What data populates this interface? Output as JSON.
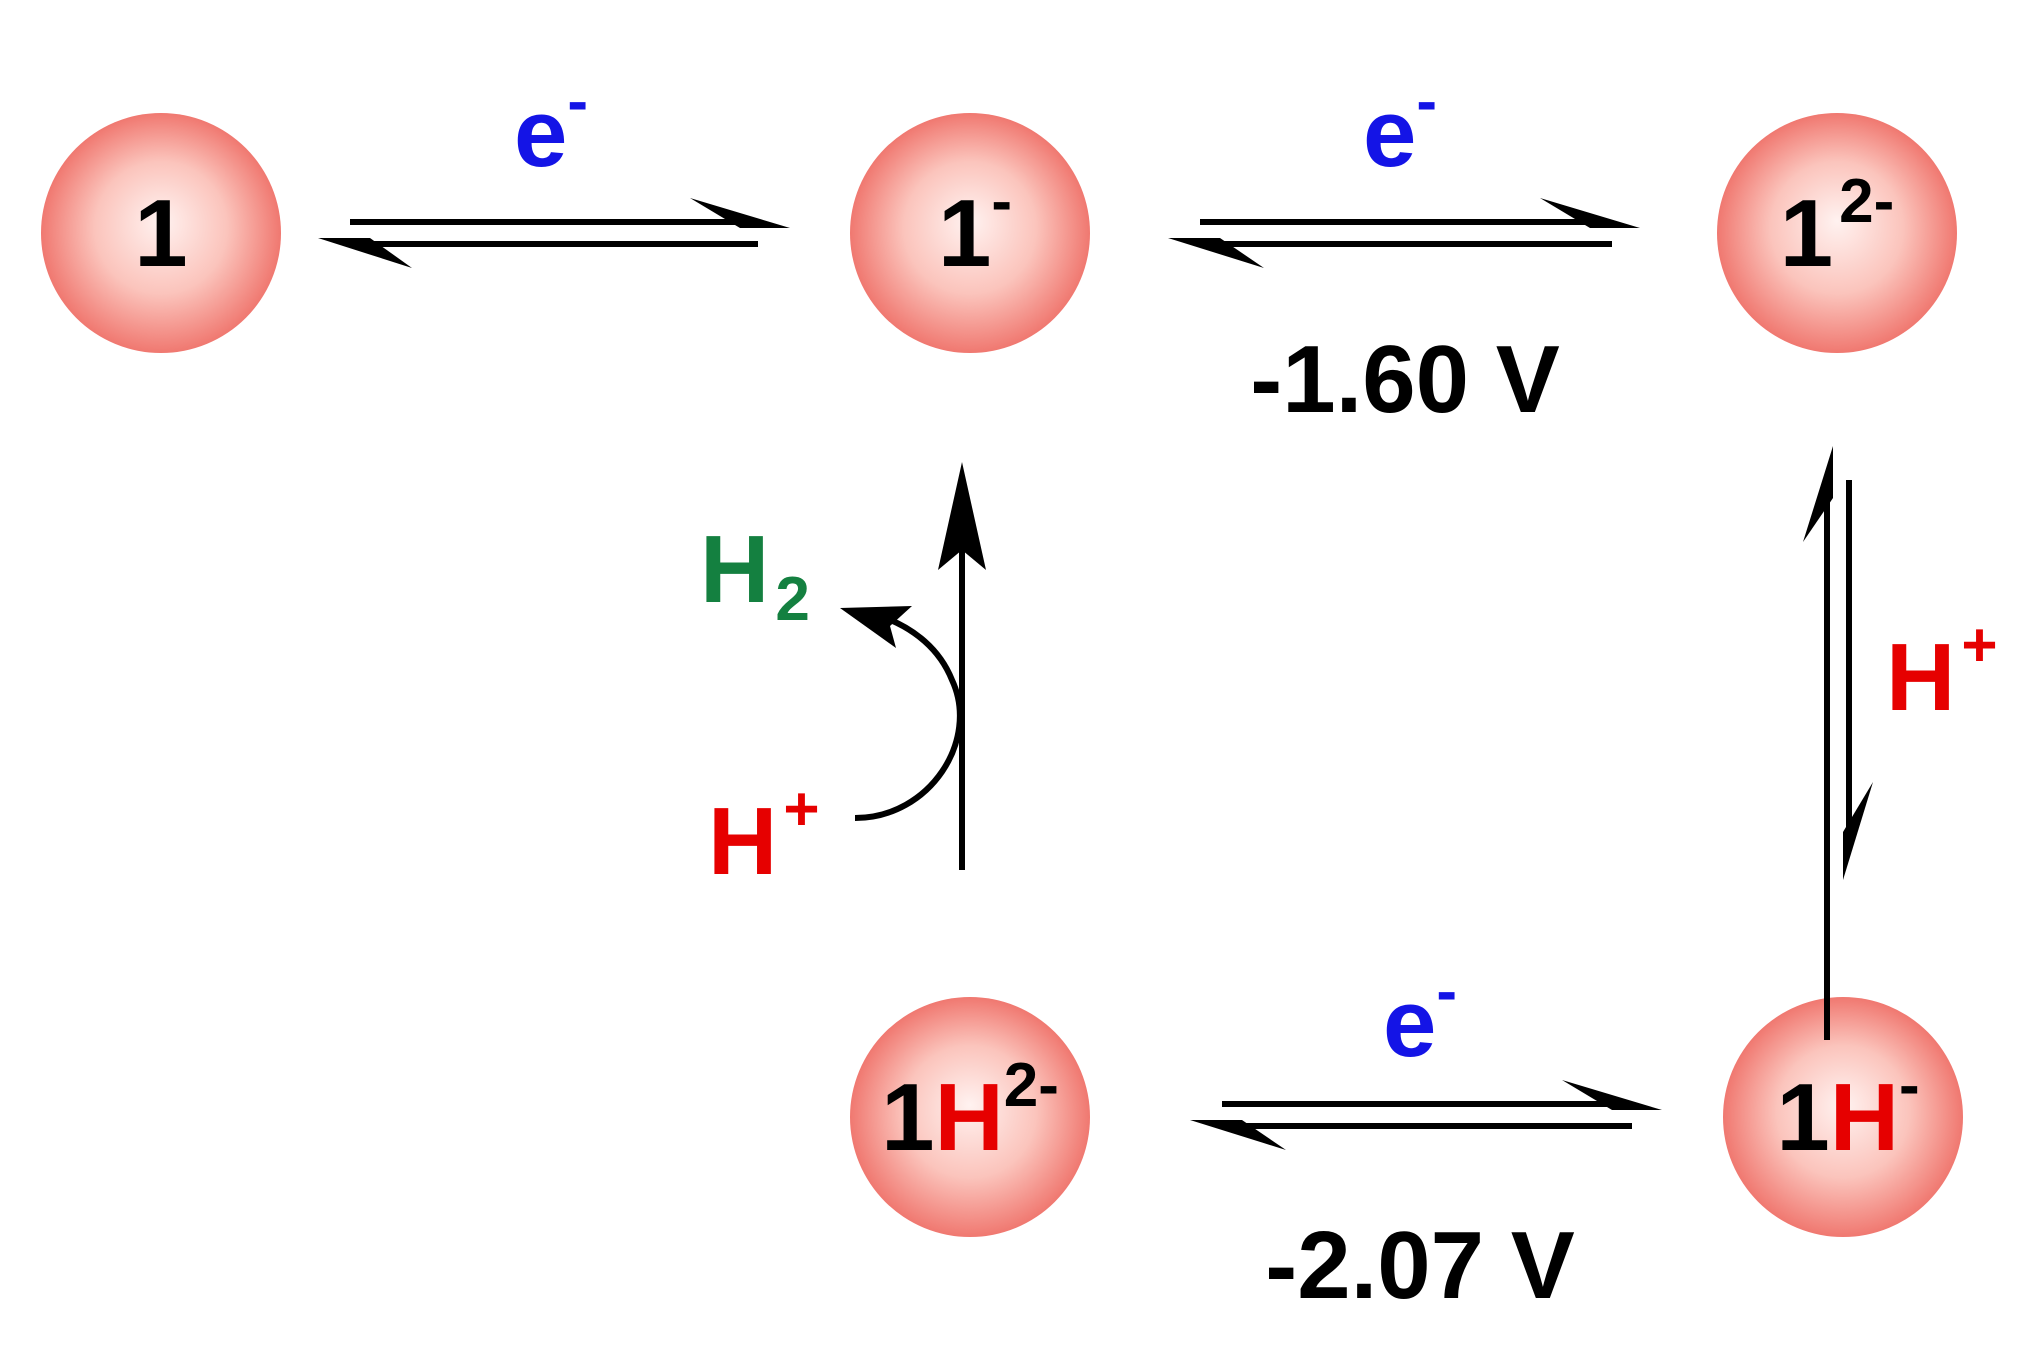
{
  "colors": {
    "electron": "#1414e6",
    "proton": "#e60000",
    "hydrogen": "#148040",
    "text": "#000000",
    "sphere_light": "#fff2f0",
    "sphere_dark": "#f07870",
    "arrow": "#000000"
  },
  "species": {
    "s1": {
      "main": "1",
      "h": "",
      "charge": ""
    },
    "s1m": {
      "main": "1",
      "h": "",
      "charge": "-"
    },
    "s12m": {
      "main": "1",
      "h": "",
      "charge": "2-"
    },
    "s1H2m": {
      "main": "1",
      "h": "H",
      "charge": "2-"
    },
    "s1Hm": {
      "main": "1",
      "h": "H",
      "charge": "-"
    }
  },
  "steps": {
    "step1": {
      "reagent": "e",
      "reagent_charge": "-"
    },
    "step2": {
      "reagent": "e",
      "reagent_charge": "-",
      "potential": "-1.60 V"
    },
    "step3": {
      "reagent": "H",
      "reagent_charge": "+"
    },
    "step4": {
      "reagent": "e",
      "reagent_charge": "-",
      "potential": "-2.07 V"
    },
    "step5": {
      "reactant": "H",
      "reactant_charge": "+",
      "product": "H",
      "product_sub": "2"
    }
  }
}
